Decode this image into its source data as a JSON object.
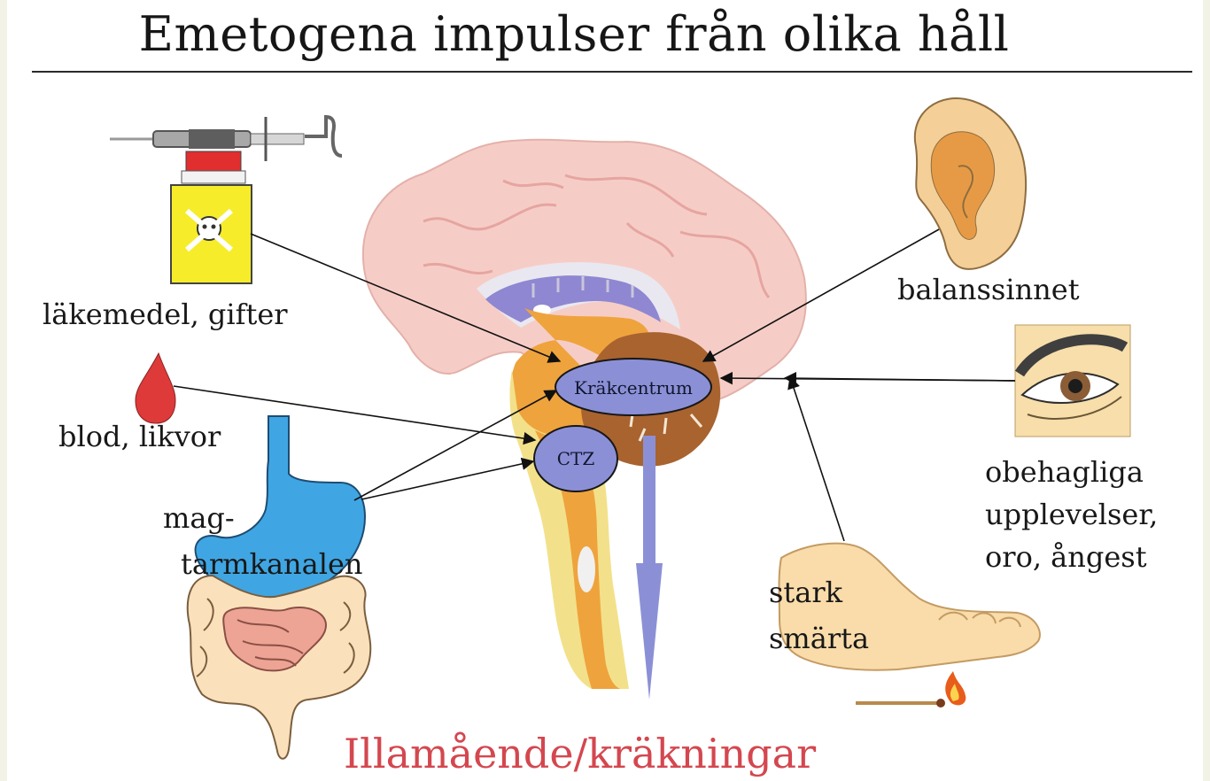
{
  "title": "Emetogena impulser från olika håll",
  "sources": {
    "drugs_toxins": "läkemedel, gifter",
    "blood_csf": "blod, likvor",
    "gi_tract_line1": "mag-",
    "gi_tract_line2": "tarmkanalen",
    "balance": "balanssinnet",
    "unpleasant_line1": "obehagliga",
    "unpleasant_line2": "upplevelser,",
    "unpleasant_line3": "oro, ångest",
    "pain_line1": "stark",
    "pain_line2": "smärta"
  },
  "nodes": {
    "vomiting_center": "Kräkcentrum",
    "ctz": "CTZ"
  },
  "outcome": "Illamående/kräkningar",
  "colors": {
    "outcome_text": "#d4474f",
    "node_fill": "#8b90d6",
    "brain": "#f6cdc6",
    "cerebellum": "#a8632f",
    "brainstem": "#efa33d",
    "spinal_cord_outer": "#f2e18a",
    "stomach": "#3fa6e3",
    "blood_drop": "#de3a3a",
    "poison_label": "#f6ec2a",
    "skin": "#f9dcaa"
  },
  "icons": [
    "syringe-icon",
    "poison-bottle-icon",
    "blood-drop-icon",
    "stomach-intestine-icon",
    "brain-icon",
    "ear-icon",
    "eye-icon",
    "foot-icon",
    "match-flame-icon"
  ]
}
